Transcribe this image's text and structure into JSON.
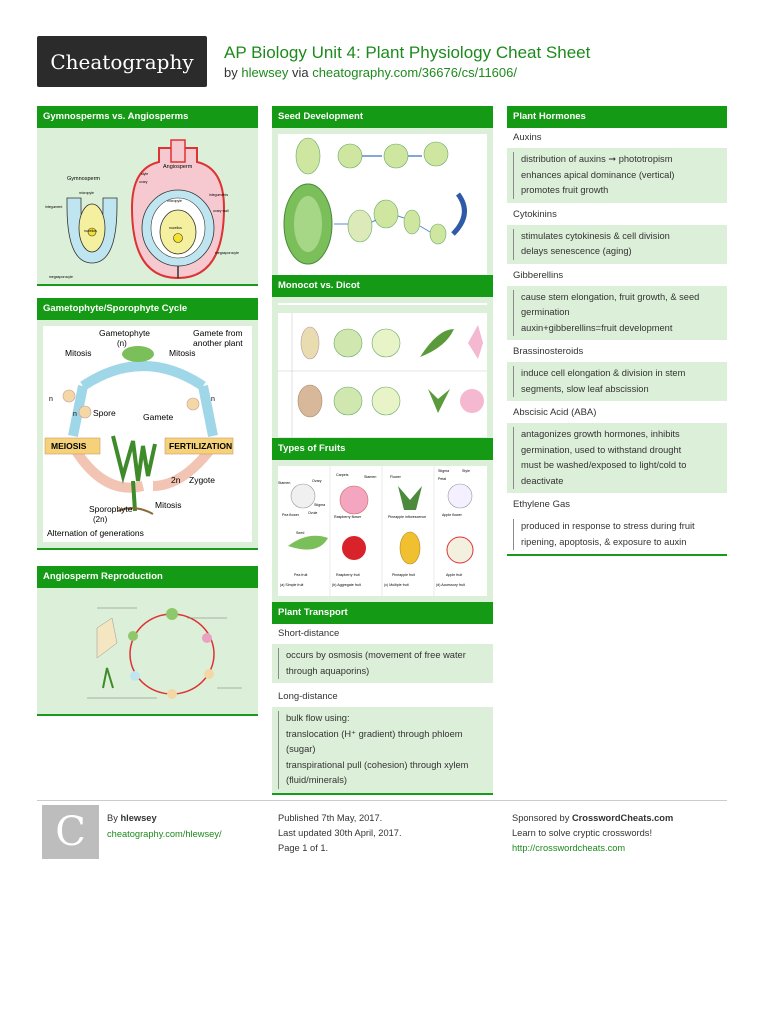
{
  "header": {
    "logo": "Cheatography",
    "title": "AP Biology Unit 4: Plant Physiology Cheat Sheet",
    "by": "by",
    "author": "hlewsey",
    "via": "via",
    "url": "cheatography.com/36676/cs/11606/"
  },
  "gymno": {
    "heading": "Gymnosperms vs. Angiosperms",
    "labels": [
      "Gymnosperm",
      "Angiosperm",
      "style",
      "ovary",
      "micropyle",
      "integument",
      "nucellus",
      "megasporocyte",
      "micropyle",
      "integuments",
      "ovary wall",
      "nucellus",
      "megasporocyte",
      "funiculus"
    ]
  },
  "cycle": {
    "heading": "Gametophyte/Sporophyte Cycle",
    "labels": [
      "Gametophyte",
      "(n)",
      "Gamete from",
      "another plant",
      "Mitosis",
      "Mitosis",
      "Spore",
      "Gamete",
      "MEIOSIS",
      "FERTILIZATION",
      "2n",
      "Zygote",
      "Mitosis",
      "Sporophyte",
      "(2n)",
      "Alternation of generations",
      "n",
      "n",
      "n"
    ]
  },
  "angio_repro": {
    "heading": "Angiosperm Reproduction"
  },
  "seed": {
    "heading": "Seed Development"
  },
  "monodicot": {
    "heading": "Monocot vs. Dicot"
  },
  "fruits": {
    "heading": "Types of Fruits",
    "labels": [
      "Stamen",
      "Ovary",
      "Carpels",
      "Stamen",
      "Flower",
      "Stigma",
      "Style",
      "Petal",
      "Stigma",
      "Ovule",
      "Pea flower",
      "Raspberry flower",
      "Pineapple inflorescence",
      "Apple flower",
      "Seed",
      "Pea fruit",
      "Raspberry fruit",
      "Pineapple fruit",
      "Apple fruit",
      "(a) Simple fruit",
      "(b) Aggregate fruit",
      "(c) Multiple fruit",
      "(d) Accessory fruit"
    ]
  },
  "transport": {
    "heading": "Plant Transport",
    "sections": [
      {
        "title": "Short-distance",
        "lines": [
          "occurs by osmosis (movement of free water",
          "through aquaporins)"
        ]
      },
      {
        "title": "Long-distance",
        "lines": [
          "bulk flow using:",
          "translocation (H⁺ gradient) through phloem",
          "(sugar)",
          "transpirational pull (cohesion) through xylem",
          "(fluid/minerals)"
        ]
      }
    ]
  },
  "hormones": {
    "heading": "Plant Hormones",
    "sections": [
      {
        "title": "Auxins",
        "lines": [
          "distribution of auxins ➞ phototropism",
          "enhances apical dominance (vertical)",
          "promotes fruit growth"
        ]
      },
      {
        "title": "Cytokinins",
        "lines": [
          "stimulates cytokinesis & cell division",
          "delays senescence (aging)"
        ]
      },
      {
        "title": "Gibberellins",
        "lines": [
          "cause stem elongation, fruit growth, & seed",
          "germination",
          "auxin+gibberellins=fruit development"
        ]
      },
      {
        "title": "Brassinosteroids",
        "lines": [
          "induce cell elongation & division in stem",
          "segments, slow leaf abscission"
        ]
      },
      {
        "title": "Abscisic Acid (ABA)",
        "lines": [
          "antagonizes growth hormones, inhibits",
          "germination, used to withstand drought",
          "must be washed/exposed to light/cold to",
          "deactivate"
        ]
      },
      {
        "title": "Ethylene Gas",
        "lines": [
          "produced in response to stress during fruit",
          "ripening, apoptosis, & exposure to auxin"
        ]
      }
    ]
  },
  "footer": {
    "badge": "C",
    "by": "By",
    "author": "hlewsey",
    "author_url": "cheatography.com/hlewsey/",
    "published": "Published 7th May, 2017.",
    "updated": "Last updated 30th April, 2017.",
    "page": "Page 1 of 1.",
    "sponsor_prefix": "Sponsored by",
    "sponsor": "CrosswordCheats.com",
    "sponsor_tag": "Learn to solve cryptic crosswords!",
    "sponsor_url": "http://crosswordcheats.com"
  },
  "colors": {
    "green": "#159a15",
    "panel_bg": "#dcefd8",
    "link": "#1d8a1d"
  }
}
